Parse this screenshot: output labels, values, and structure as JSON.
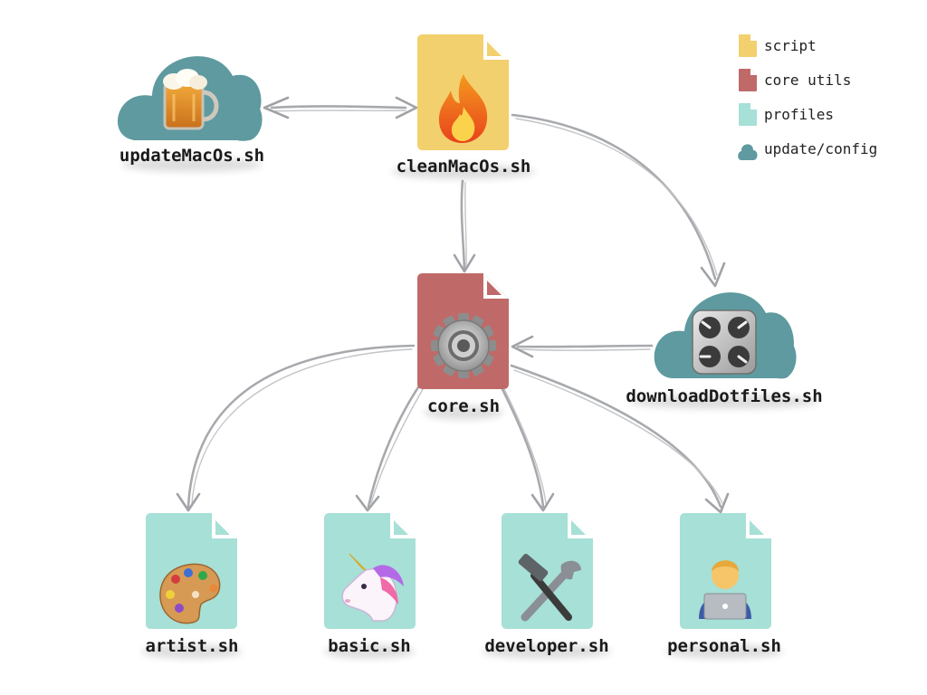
{
  "nodes": {
    "update_macos": {
      "label": "updateMacOs.sh",
      "kind": "update/config",
      "icon": "beer-mug-icon"
    },
    "clean_macos": {
      "label": "cleanMacOs.sh",
      "kind": "script",
      "icon": "fire-icon"
    },
    "core": {
      "label": "core.sh",
      "kind": "core utils",
      "icon": "gear-icon"
    },
    "download_dotfiles": {
      "label": "downloadDotfiles.sh",
      "kind": "update/config",
      "icon": "control-knobs-icon"
    },
    "artist": {
      "label": "artist.sh",
      "kind": "profiles",
      "icon": "artist-palette-icon"
    },
    "basic": {
      "label": "basic.sh",
      "kind": "profiles",
      "icon": "unicorn-icon"
    },
    "developer": {
      "label": "developer.sh",
      "kind": "profiles",
      "icon": "hammer-and-wrench-icon"
    },
    "personal": {
      "label": "personal.sh",
      "kind": "profiles",
      "icon": "technologist-icon"
    }
  },
  "edges": [
    {
      "from": "updateMacOs.sh",
      "to": "cleanMacOs.sh",
      "bidirectional": true
    },
    {
      "from": "cleanMacOs.sh",
      "to": "core.sh"
    },
    {
      "from": "cleanMacOs.sh",
      "to": "downloadDotfiles.sh"
    },
    {
      "from": "downloadDotfiles.sh",
      "to": "core.sh"
    },
    {
      "from": "core.sh",
      "to": "artist.sh"
    },
    {
      "from": "core.sh",
      "to": "basic.sh"
    },
    {
      "from": "core.sh",
      "to": "developer.sh"
    },
    {
      "from": "core.sh",
      "to": "personal.sh"
    }
  ],
  "legend": [
    {
      "label": "script",
      "color": "#f3d06e",
      "shape": "file"
    },
    {
      "label": "core utils",
      "color": "#bf6a69",
      "shape": "file"
    },
    {
      "label": "profiles",
      "color": "#a6e0d6",
      "shape": "file"
    },
    {
      "label": "update/config",
      "color": "#5e9aa0",
      "shape": "cloud"
    }
  ],
  "colors": {
    "script": "#f3d06e",
    "core_utils": "#bf6a69",
    "profiles": "#a6e0d6",
    "update_config": "#5e9aa0",
    "arrow": "#a7a9ad"
  }
}
